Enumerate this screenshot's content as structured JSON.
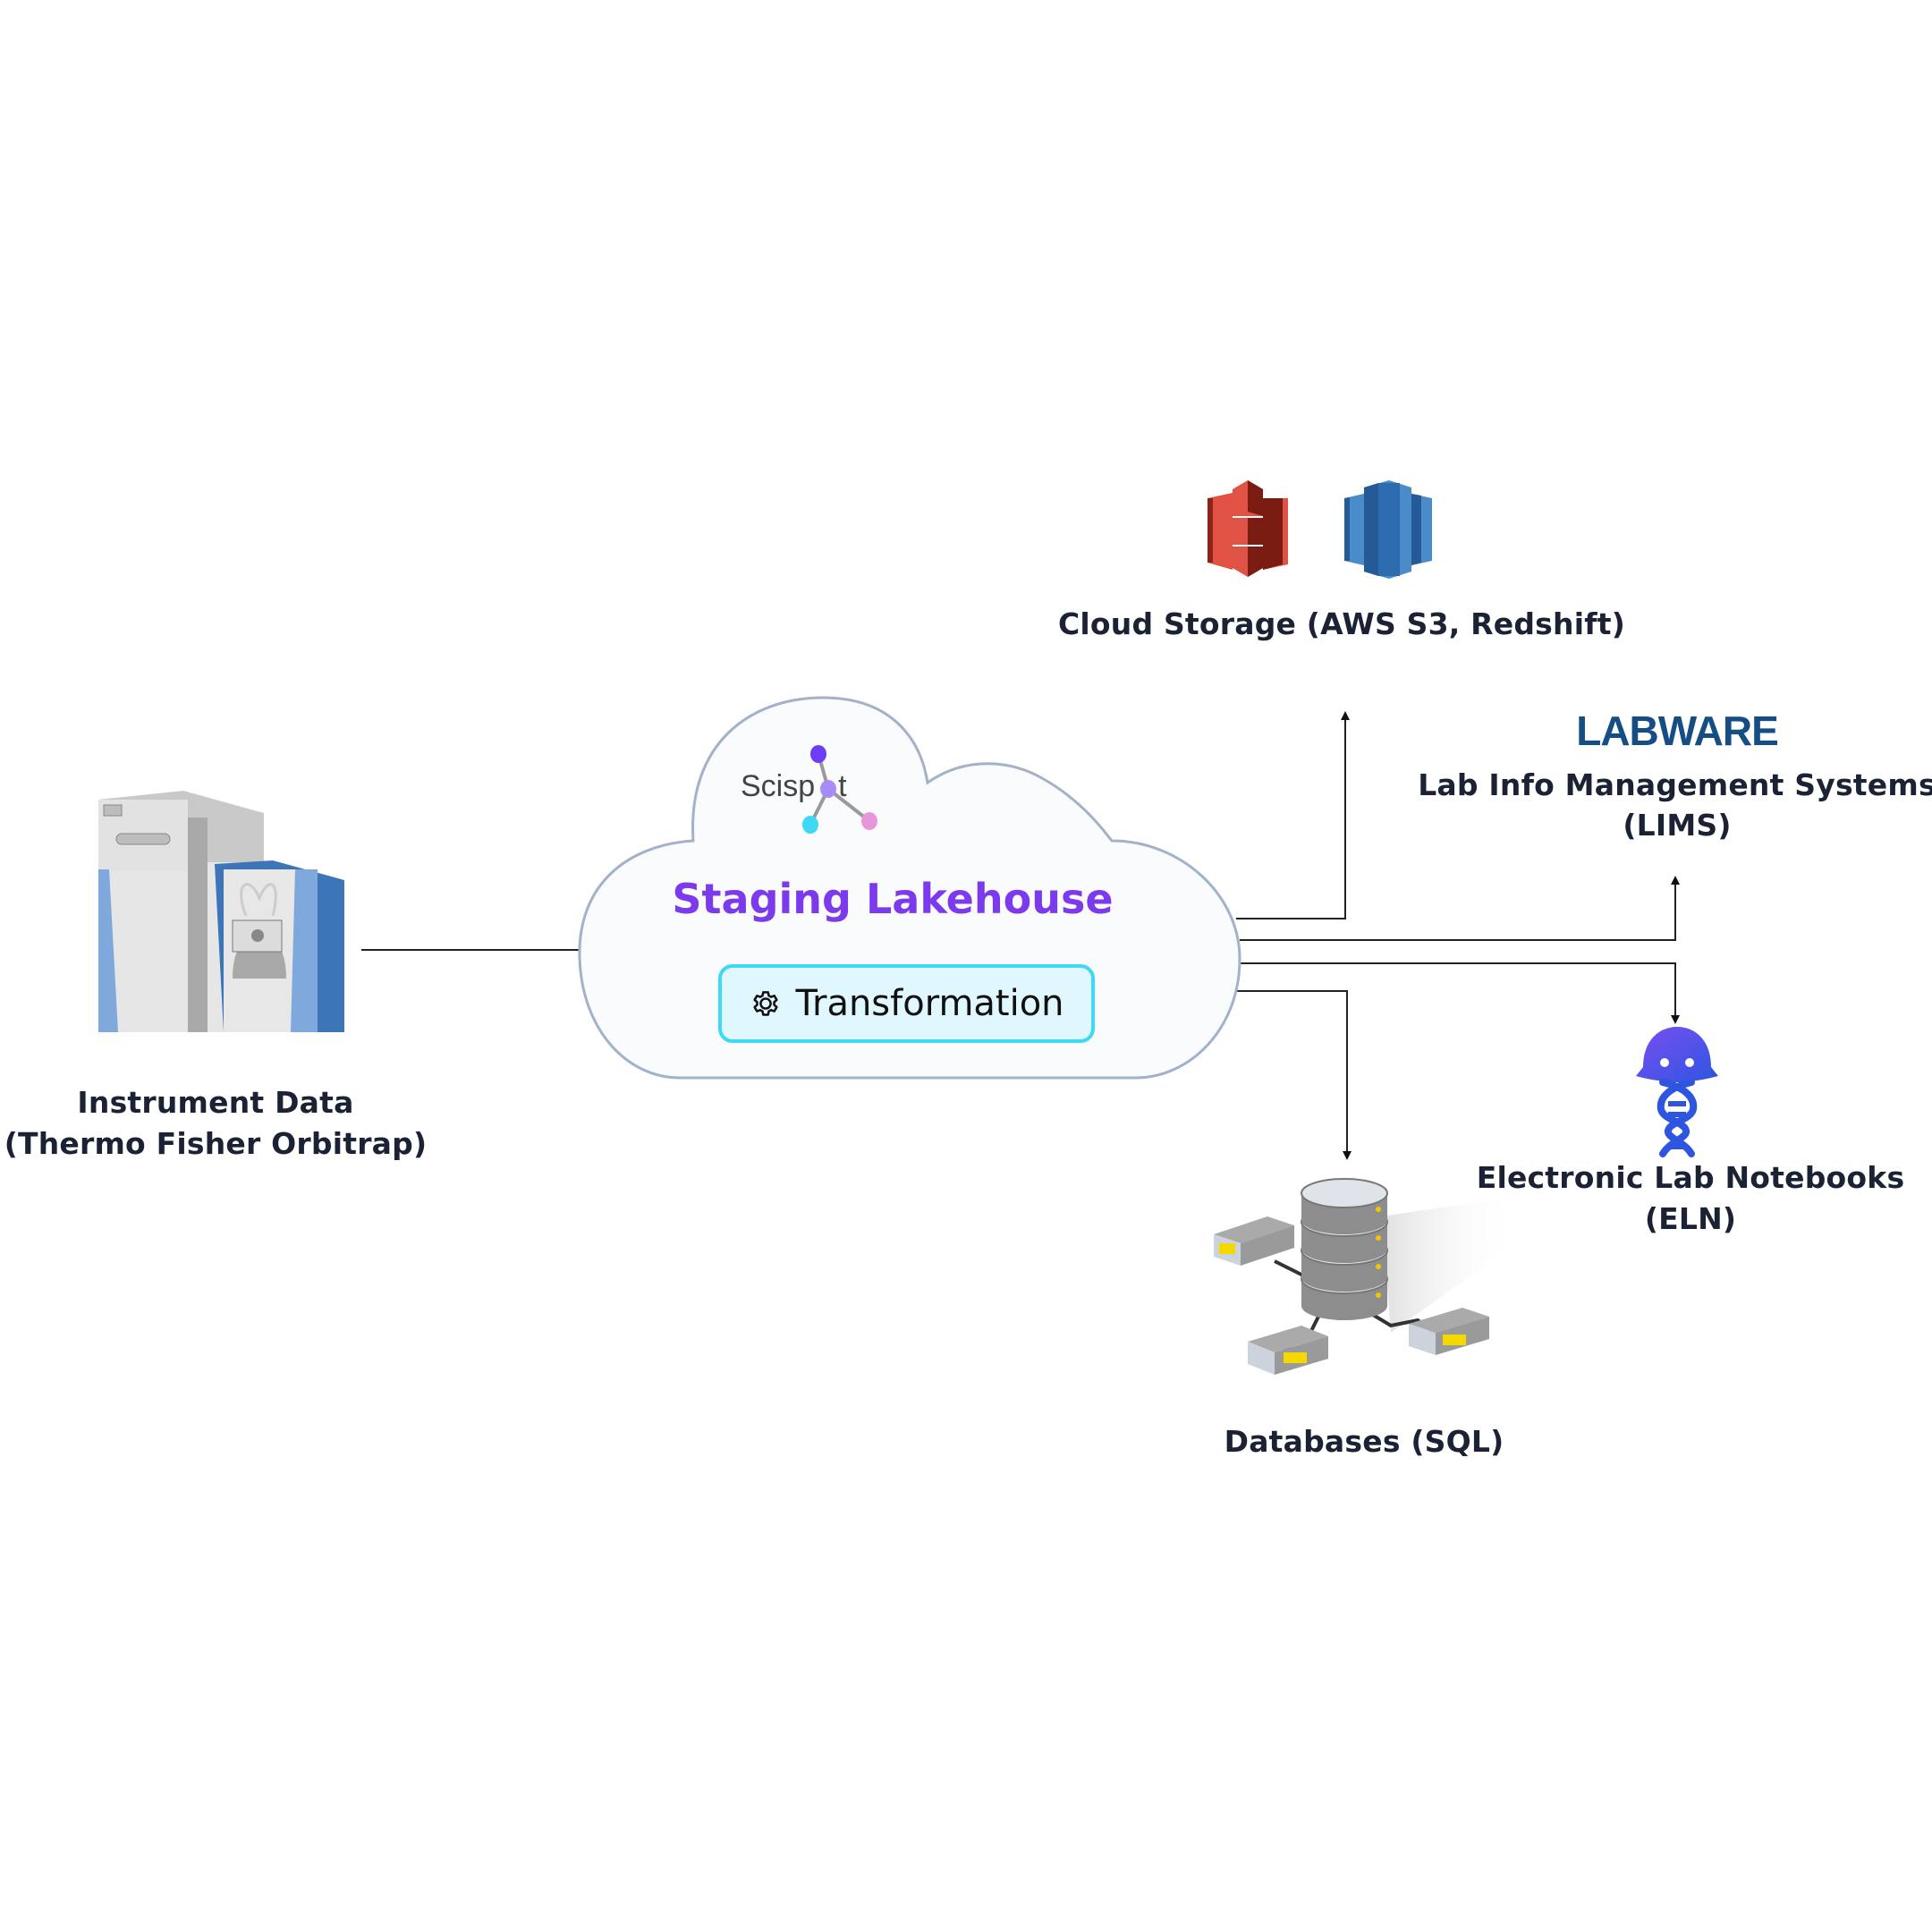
{
  "diagram": {
    "nodes": {
      "instrument": {
        "icon": "mass-spectrometer-icon",
        "label_line1": "Instrument Data",
        "label_line2": "(Thermo Fisher Orbitrap)"
      },
      "staging": {
        "logo_text": "Scisp",
        "logo_text_tail": "t",
        "title": "Staging Lakehouse",
        "transformation_label": "Transformation",
        "transformation_icon": "gear-icon"
      },
      "cloud_storage": {
        "icons": [
          "aws-s3-icon",
          "aws-redshift-icon"
        ],
        "label": "Cloud Storage (AWS S3, Redshift)"
      },
      "lims": {
        "logo_text": "LABWARE",
        "label_line1": "Lab Info Management Systems",
        "label_line2": "(LIMS)"
      },
      "eln": {
        "icon": "eln-dna-mascot-icon",
        "label_line1": "Electronic Lab Notebooks",
        "label_line2": "(ELN)"
      },
      "databases": {
        "icon": "database-server-icon",
        "label": "Databases (SQL)"
      }
    },
    "edges": [
      {
        "from": "instrument",
        "to": "staging",
        "arrow": "none"
      },
      {
        "from": "staging",
        "to": "cloud_storage",
        "arrow": "end"
      },
      {
        "from": "staging",
        "to": "lims",
        "arrow": "end"
      },
      {
        "from": "staging",
        "to": "eln",
        "arrow": "end"
      },
      {
        "from": "staging",
        "to": "databases",
        "arrow": "end"
      }
    ],
    "colors": {
      "accent_purple": "#7c3aed",
      "transform_border": "#3dd9f5",
      "transform_fill": "#e0f7fd",
      "cloud_stroke": "#a3b1c9",
      "cloud_fill": "#f9fbfd",
      "labware_blue": "#154e84",
      "text_dark": "#1a2233",
      "s3_red": "#e05243",
      "redshift_blue": "#2e73b8"
    }
  }
}
